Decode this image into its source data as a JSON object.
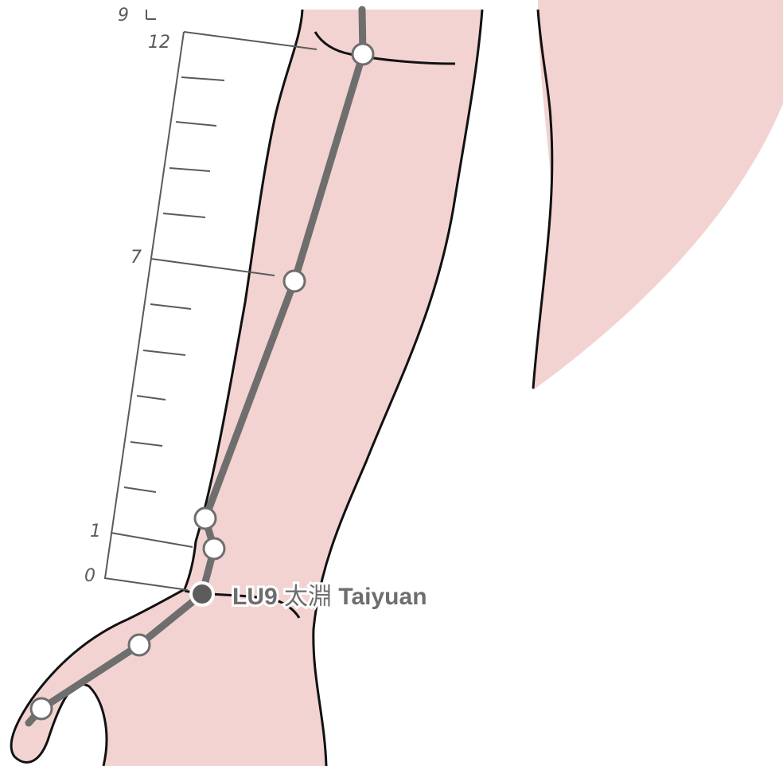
{
  "scale": {
    "top_label": "9",
    "labels": [
      {
        "id": "12",
        "text": "12"
      },
      {
        "id": "7",
        "text": "7"
      },
      {
        "id": "1",
        "text": "1"
      },
      {
        "id": "0",
        "text": "0"
      }
    ]
  },
  "acupoint": {
    "code": "LU9",
    "chinese": "太淵",
    "pinyin": "Taiyuan"
  },
  "meridian_points_count": 7,
  "colors": {
    "skin": "#f2d3d1",
    "outline": "#111111",
    "meridian": "#6e6e6e",
    "point_fill": "#ffffff",
    "highlight_point": "#5c5c5c",
    "scale": "#5a5a5a"
  }
}
